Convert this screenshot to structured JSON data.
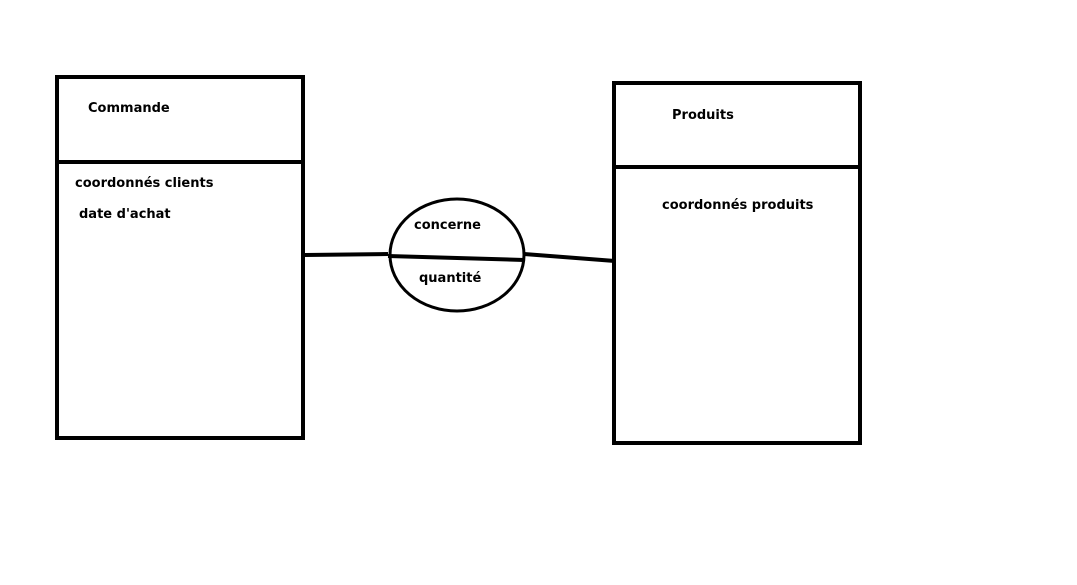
{
  "entities": {
    "commande": {
      "title": "Commande",
      "attributes": [
        "coordonnés clients",
        "date d'achat"
      ]
    },
    "produits": {
      "title": "Produits",
      "attributes": [
        "coordonnés produits"
      ]
    }
  },
  "relation": {
    "name": "concerne",
    "attribute": "quantité"
  },
  "colors": {
    "stroke": "#000000",
    "background": "#ffffff"
  }
}
